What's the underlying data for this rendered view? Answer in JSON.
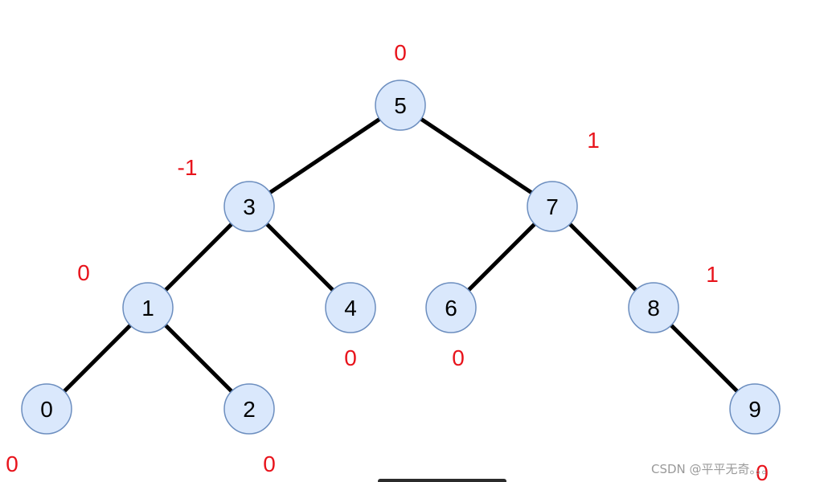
{
  "tree": {
    "nodes": [
      {
        "id": "5",
        "label": "5",
        "balance": "0"
      },
      {
        "id": "3",
        "label": "3",
        "balance": "-1"
      },
      {
        "id": "7",
        "label": "7",
        "balance": "1"
      },
      {
        "id": "1",
        "label": "1",
        "balance": "0"
      },
      {
        "id": "4",
        "label": "4",
        "balance": "0"
      },
      {
        "id": "6",
        "label": "6",
        "balance": "0"
      },
      {
        "id": "8",
        "label": "8",
        "balance": "1"
      },
      {
        "id": "0",
        "label": "0",
        "balance": "0"
      },
      {
        "id": "2",
        "label": "2",
        "balance": "0"
      },
      {
        "id": "9",
        "label": "9",
        "balance": "0"
      }
    ],
    "edges": [
      [
        "5",
        "3"
      ],
      [
        "5",
        "7"
      ],
      [
        "3",
        "1"
      ],
      [
        "3",
        "4"
      ],
      [
        "7",
        "6"
      ],
      [
        "7",
        "8"
      ],
      [
        "1",
        "0"
      ],
      [
        "1",
        "2"
      ],
      [
        "8",
        "9"
      ]
    ]
  },
  "colors": {
    "node_fill": "#dae8fc",
    "node_stroke": "#6c8ebf",
    "edge": "#000000",
    "balance_text": "#e8141c"
  },
  "watermark": "CSDN @平平无奇。。。"
}
